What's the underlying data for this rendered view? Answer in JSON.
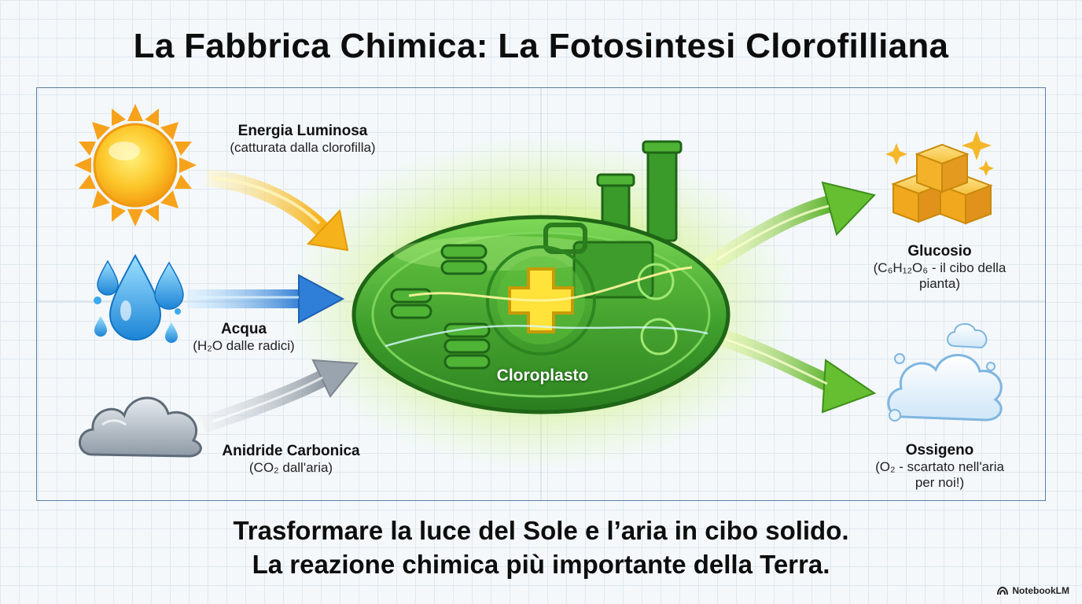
{
  "title": "La Fabbrica Chimica: La Fotosintesi Clorofilliana",
  "inputs": {
    "light": {
      "name": "Energia Luminosa",
      "detail": "(catturata dalla clorofilla)"
    },
    "water": {
      "name": "Acqua",
      "detail": "(H₂O dalle radici)"
    },
    "co2": {
      "name": "Anidride Carbonica",
      "detail": "(CO₂ dall'aria)"
    }
  },
  "center": {
    "label": "Cloroplasto"
  },
  "outputs": {
    "glucose": {
      "name": "Glucosio",
      "detail_line1": "(C₆H₁₂O₆ - il cibo della",
      "detail_line2": "pianta)"
    },
    "oxygen": {
      "name": "Ossigeno",
      "detail_line1": "(O₂ - scartato nell'aria",
      "detail_line2": "per noi!)"
    }
  },
  "tagline": {
    "line1": "Trasformare la luce del Sole e l’aria in cibo solido.",
    "line2": "La reazione chimica più importante della Terra."
  },
  "brand": "NotebookLM",
  "colors": {
    "chloroplast": "#3f9e2e",
    "glow": "#c8f56a",
    "sun": "#f7b71d",
    "water": "#2b9be6",
    "cloud": "#9aa6b2",
    "glucose": "#f0b52c",
    "arrow_in_light": "#f4b81f",
    "arrow_in_water": "#2f7fd8",
    "arrow_in_co2": "#9aa4ae",
    "arrow_out": "#6cbf32"
  }
}
